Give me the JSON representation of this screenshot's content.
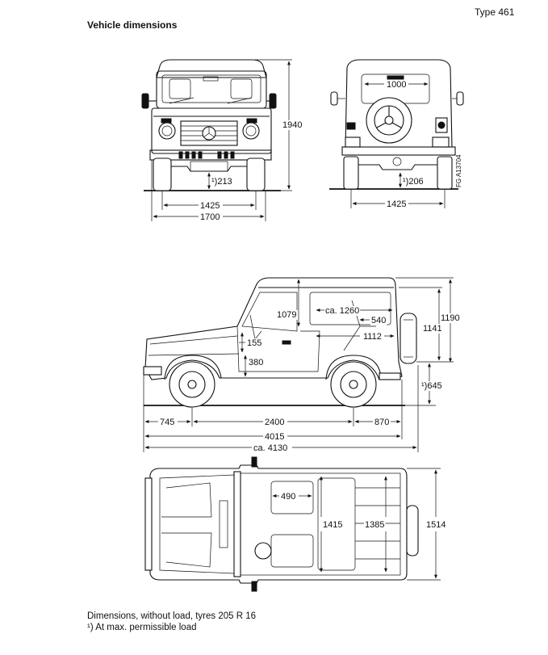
{
  "header": {
    "type_label": "Type 461",
    "title": "Vehicle dimensions"
  },
  "ref_code": "FG A13704",
  "front_view": {
    "ground_clearance": "¹)213",
    "track": "1425",
    "width": "1700",
    "height": "1940"
  },
  "rear_view": {
    "spare_width": "1000",
    "ground_clearance": "¹)206",
    "track": "1425"
  },
  "side_view": {
    "roof_height_1079": "1079",
    "interior_length": "ca. 1260",
    "seat_540": "540",
    "body_1112": "1112",
    "dim_155": "155",
    "dim_380": "380",
    "height_1190": "1190",
    "height_1141": "1141",
    "dim_645": "¹)645",
    "front_overhang": "745",
    "wheelbase": "2400",
    "rear_overhang": "870",
    "length": "4015",
    "length_total": "ca. 4130"
  },
  "top_view": {
    "dim_490": "490",
    "dim_1415": "1415",
    "dim_1385": "1385",
    "dim_1514": "1514"
  },
  "footnotes": {
    "line1": "Dimensions, without load, tyres 205 R 16",
    "line2": "¹)  At max. permissible load"
  }
}
